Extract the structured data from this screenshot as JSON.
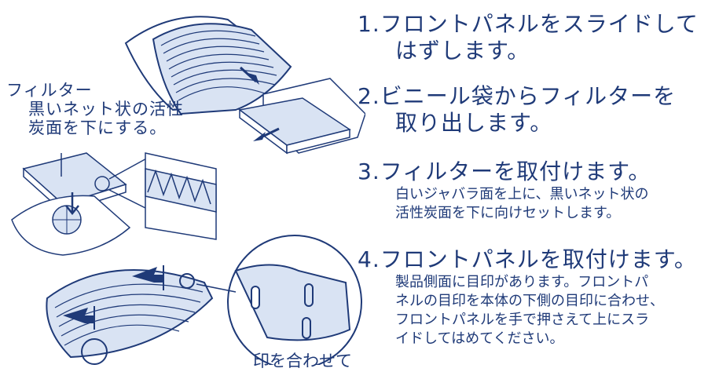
{
  "filter_label": {
    "line1": "フィルター",
    "line2": "黒いネット状の活性",
    "line3": "炭面を下にする。"
  },
  "bottom_note": "印を合わせて",
  "steps": [
    {
      "number": "1.",
      "title": "フロントパネルをスライドして",
      "title_cont": "はずします。",
      "desc": []
    },
    {
      "number": "2.",
      "title": "ビニール袋からフィルターを",
      "title_cont": "取り出します。",
      "desc": []
    },
    {
      "number": "3.",
      "title": "フィルターを取付けます。",
      "title_cont": "",
      "desc": [
        "白いジャバラ面を上に、黒いネット状の",
        "活性炭面を下に向けセットします。"
      ]
    },
    {
      "number": "4.",
      "title": "フロントパネルを取付けます。",
      "title_cont": "",
      "desc": [
        "製品側面に目印があります。フロントパ",
        "ネルの目印を本体の下側の目印に合わせ、",
        "フロントパネルを手で押さえて上にスラ",
        "イドしてはめてください。"
      ]
    }
  ],
  "colors": {
    "ink": "#1f3a78",
    "fill": "#d9e3f3"
  }
}
